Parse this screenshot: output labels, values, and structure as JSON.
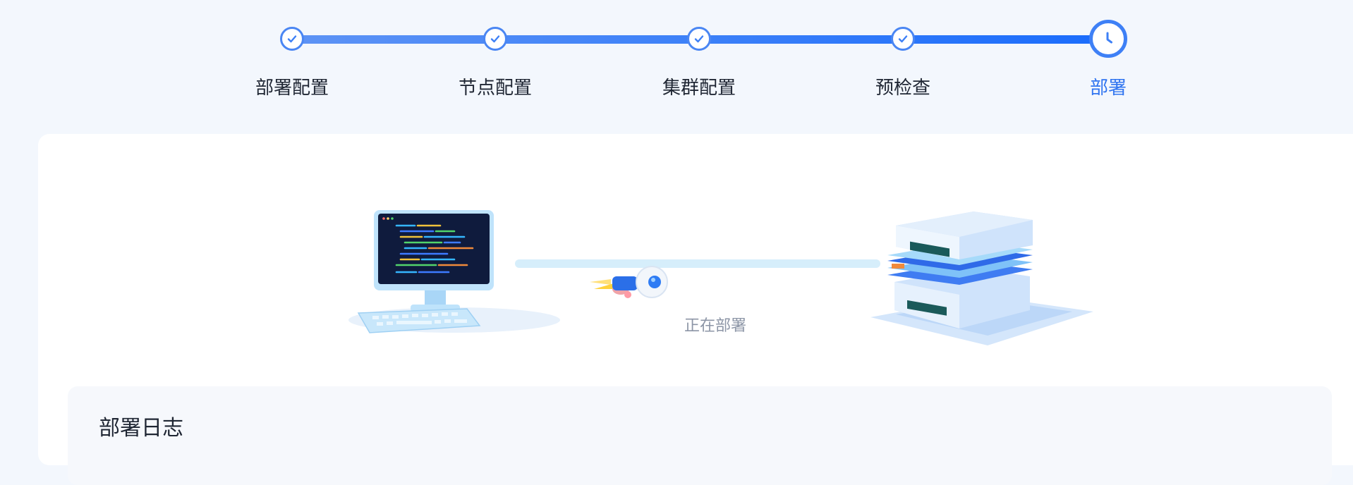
{
  "steps": [
    {
      "label": "部署配置",
      "state": "done"
    },
    {
      "label": "节点配置",
      "state": "done"
    },
    {
      "label": "集群配置",
      "state": "done"
    },
    {
      "label": "预检查",
      "state": "done"
    },
    {
      "label": "部署",
      "state": "current"
    }
  ],
  "illustration": {
    "left": "computer-monitor-icon",
    "middle": "rocket-robot-icon",
    "right": "server-rack-icon",
    "status": "正在部署"
  },
  "log": {
    "title": "部署日志"
  },
  "colors": {
    "accent": "#2f74f0",
    "line": "#d6eefb",
    "background": "#f3f7fd"
  }
}
